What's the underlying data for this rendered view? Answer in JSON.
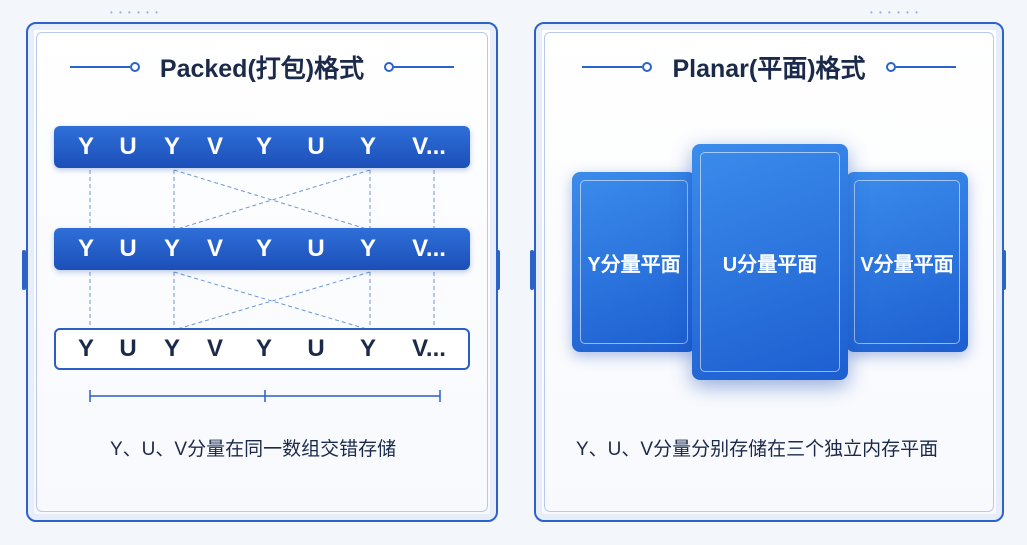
{
  "left_panel": {
    "title": "Packed(打包)格式",
    "rows": [
      [
        "Y",
        "U",
        "Y",
        "V",
        "Y",
        "U",
        "Y",
        "V..."
      ],
      [
        "Y",
        "U",
        "Y",
        "V",
        "Y",
        "U",
        "Y",
        "V..."
      ],
      [
        "Y",
        "U",
        "Y",
        "V",
        "Y",
        "U",
        "Y",
        "V..."
      ]
    ],
    "caption": "Y、U、V分量在同一数组交错存储"
  },
  "right_panel": {
    "title": "Planar(平面)格式",
    "planes": [
      "Y分量平面",
      "U分量平面",
      "V分量平面"
    ],
    "caption": "Y、U、V分量分别存储在三个独立内存平面"
  },
  "colors": {
    "accent": "#2b63c9",
    "row_fill": "#1c4fb8",
    "plane_fill": "#2f78e2",
    "text_dark": "#1b2a4a"
  }
}
